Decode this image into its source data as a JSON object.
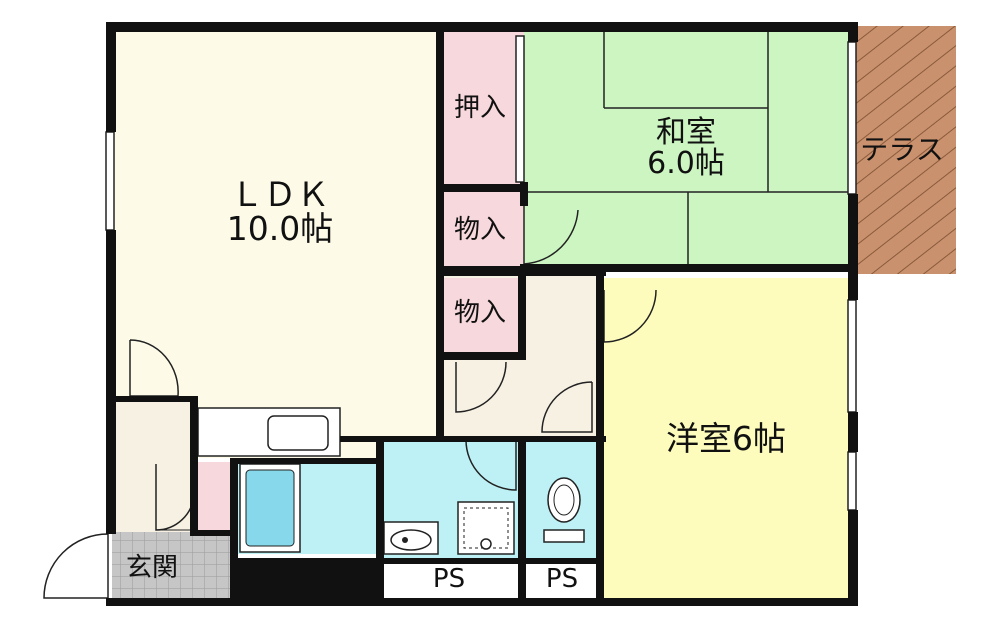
{
  "rooms": {
    "ldk": {
      "name": "ＬＤＫ",
      "size": "10.0帖"
    },
    "washitsu": {
      "name": "和室",
      "size": "6.0帖"
    },
    "yoshitsu": {
      "label": "洋室6帖"
    },
    "terrace": {
      "label": "テラス"
    },
    "oshiire": {
      "label": "押入"
    },
    "monoire_1": {
      "label": "物入"
    },
    "monoire_2": {
      "label": "物入"
    },
    "genkan": {
      "label": "玄関"
    },
    "ps_1": {
      "label": "PS"
    },
    "ps_2": {
      "label": "PS"
    }
  },
  "colors": {
    "ldk": "#fdfbe8",
    "washitsu": "#ccf5c2",
    "yoshitsu": "#fdfcbc",
    "closet": "#f7d8dc",
    "hall": "#f7f1e3",
    "water": "#bdf1f5",
    "genkan_tile": "#c8c8c8",
    "terrace": "#c9916d",
    "wall": "#111111"
  }
}
